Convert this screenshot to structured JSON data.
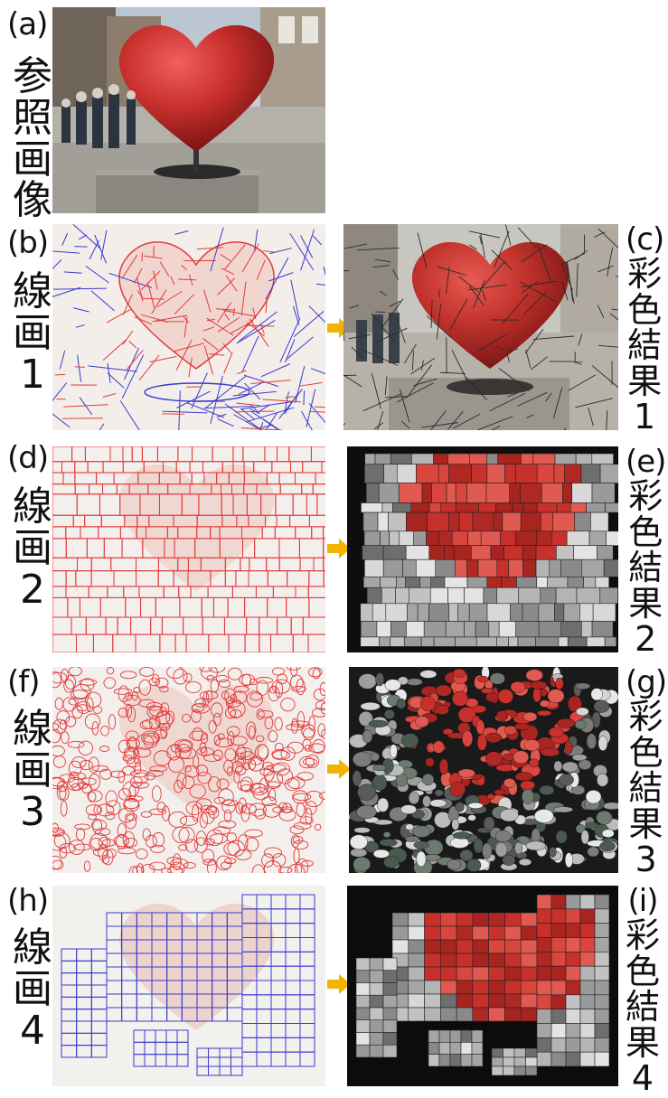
{
  "rows": [
    {
      "id": "a",
      "letter": "(a)",
      "vlabel": [
        "参",
        "照",
        "画",
        "像"
      ]
    },
    {
      "id": "b",
      "letter": "(b)",
      "vlabel": [
        "線",
        "画",
        "1"
      ]
    },
    {
      "id": "c",
      "letter": "(c)",
      "vlabel": [
        "彩",
        "色",
        "結",
        "果",
        "1"
      ]
    },
    {
      "id": "d",
      "letter": "(d)",
      "vlabel": [
        "線",
        "画",
        "2"
      ]
    },
    {
      "id": "e",
      "letter": "(e)",
      "vlabel": [
        "彩",
        "色",
        "結",
        "果",
        "2"
      ]
    },
    {
      "id": "f",
      "letter": "(f)",
      "vlabel": [
        "線",
        "画",
        "3"
      ]
    },
    {
      "id": "g",
      "letter": "(g)",
      "vlabel": [
        "彩",
        "色",
        "結",
        "果",
        "3"
      ]
    },
    {
      "id": "h",
      "letter": "(h)",
      "vlabel": [
        "線",
        "画",
        "4"
      ]
    },
    {
      "id": "i",
      "letter": "(i)",
      "vlabel": [
        "彩",
        "色",
        "結",
        "果",
        "4"
      ]
    }
  ],
  "colors": {
    "heart_red": "#c8302c",
    "line_red": "#e23a3a",
    "line_blue": "#3a3ad0",
    "arrow": "#f2b400",
    "dark_bg": "#0e0e0e"
  },
  "icons": [
    "arrow-right-icon"
  ]
}
